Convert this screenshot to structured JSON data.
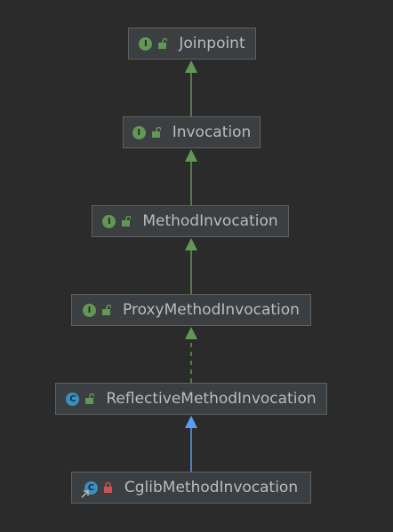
{
  "nodes": [
    {
      "id": "joinpoint",
      "label": "Joinpoint",
      "kind": "interface",
      "kind_letter": "I",
      "access": "public"
    },
    {
      "id": "invocation",
      "label": "Invocation",
      "kind": "interface",
      "kind_letter": "I",
      "access": "public"
    },
    {
      "id": "method-invocation",
      "label": "MethodInvocation",
      "kind": "interface",
      "kind_letter": "I",
      "access": "public"
    },
    {
      "id": "proxy-method-invocation",
      "label": "ProxyMethodInvocation",
      "kind": "interface",
      "kind_letter": "I",
      "access": "public"
    },
    {
      "id": "reflective-method-invocation",
      "label": "ReflectiveMethodInvocation",
      "kind": "class",
      "kind_letter": "C",
      "access": "public"
    },
    {
      "id": "cglib-method-invocation",
      "label": "CglibMethodInvocation",
      "kind": "class",
      "kind_letter": "C",
      "access": "private"
    }
  ],
  "edges": [
    {
      "from": "invocation",
      "to": "joinpoint",
      "type": "extends",
      "color": "#629755"
    },
    {
      "from": "method-invocation",
      "to": "invocation",
      "type": "extends",
      "color": "#629755"
    },
    {
      "from": "proxy-method-invocation",
      "to": "method-invocation",
      "type": "extends",
      "color": "#629755"
    },
    {
      "from": "reflective-method-invocation",
      "to": "proxy-method-invocation",
      "type": "implements",
      "color": "#629755"
    },
    {
      "from": "cglib-method-invocation",
      "to": "reflective-method-invocation",
      "type": "extends",
      "color": "#589df6"
    }
  ],
  "colors": {
    "background": "#2b2b2b",
    "node_fill": "#3c3f41",
    "node_border": "#5e6060",
    "text": "#bbbbbb",
    "interface_icon": "#629755",
    "class_icon": "#3592c4",
    "public_lock": "#629755",
    "private_lock": "#c75450"
  }
}
